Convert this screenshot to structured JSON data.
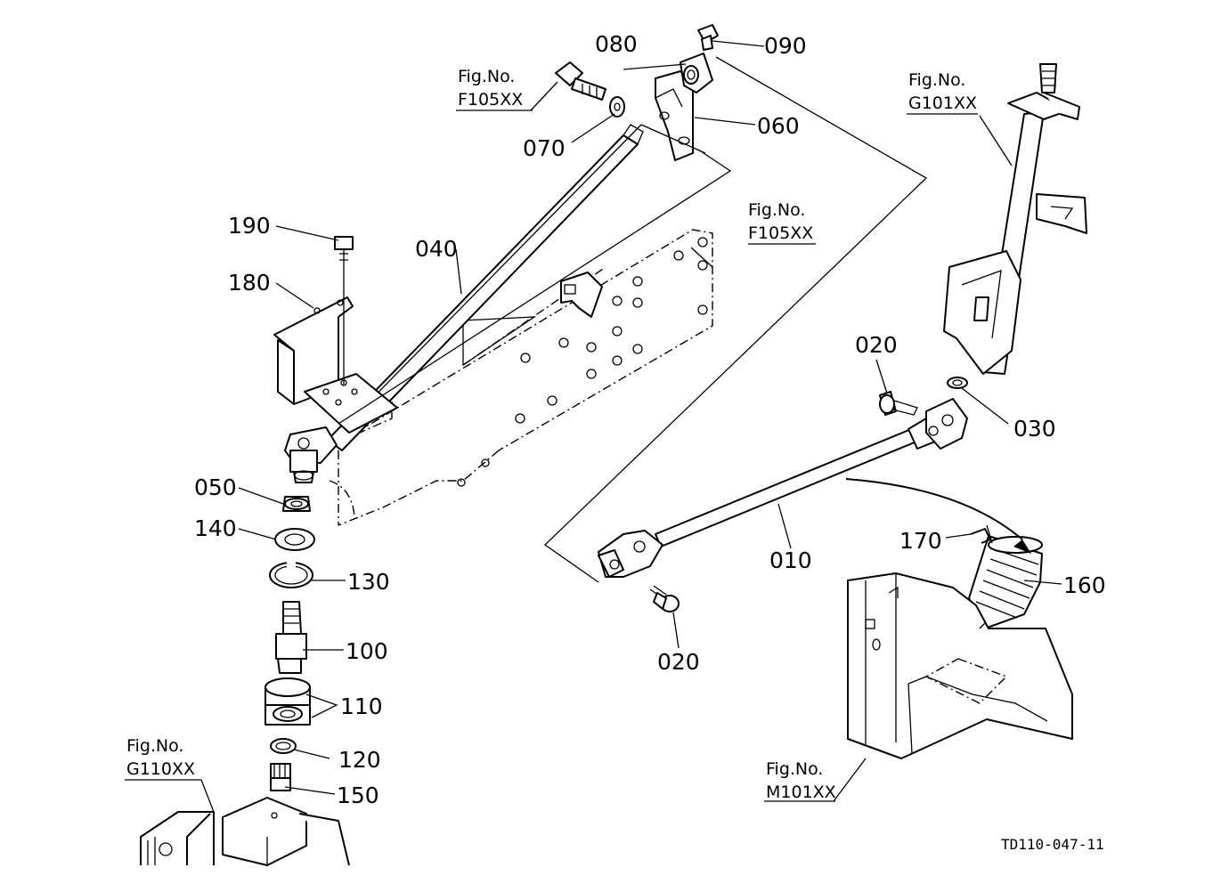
{
  "parts": {
    "p010": "010",
    "p020a": "020",
    "p020b": "020",
    "p030": "030",
    "p040": "040",
    "p050": "050",
    "p060": "060",
    "p070": "070",
    "p080": "080",
    "p090": "090",
    "p100": "100",
    "p110": "110",
    "p120": "120",
    "p130": "130",
    "p140": "140",
    "p150": "150",
    "p160": "160",
    "p170": "170",
    "p180": "180",
    "p190": "190"
  },
  "refs": {
    "f105_top": {
      "label": "Fig.No.",
      "code": "F105XX"
    },
    "f105_mid": {
      "label": "Fig.No.",
      "code": "F105XX"
    },
    "g101": {
      "label": "Fig.No.",
      "code": "G101XX"
    },
    "g110": {
      "label": "Fig.No.",
      "code": "G110XX"
    },
    "m101": {
      "label": "Fig.No.",
      "code": "M101XX"
    }
  },
  "drawing_code": "TD110-047-11"
}
